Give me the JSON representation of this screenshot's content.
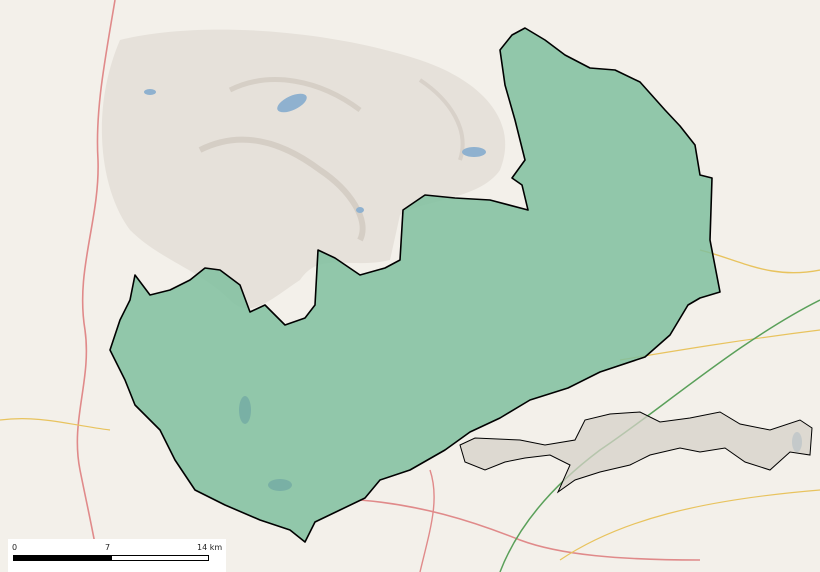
{
  "map": {
    "colors": {
      "background": "#f3f0ea",
      "upland_relief": "#d9d3cc",
      "water": "#8fb1cf",
      "main_road": "#e08a8a",
      "secondary_road": "#e8c35e",
      "railway": "#5aa05a",
      "highlight_region_fill": "#7fbf9f",
      "highlight_region_stroke": "#000000",
      "neighbour_region_fill": "#d6d2c8"
    },
    "regions": [
      {
        "name": "highlight-region",
        "style": "filled-green"
      },
      {
        "name": "neighbour-region",
        "style": "filled-grey"
      }
    ]
  },
  "scalebar": {
    "labels": [
      "0",
      "7",
      "14 km"
    ],
    "max_km": 14
  }
}
